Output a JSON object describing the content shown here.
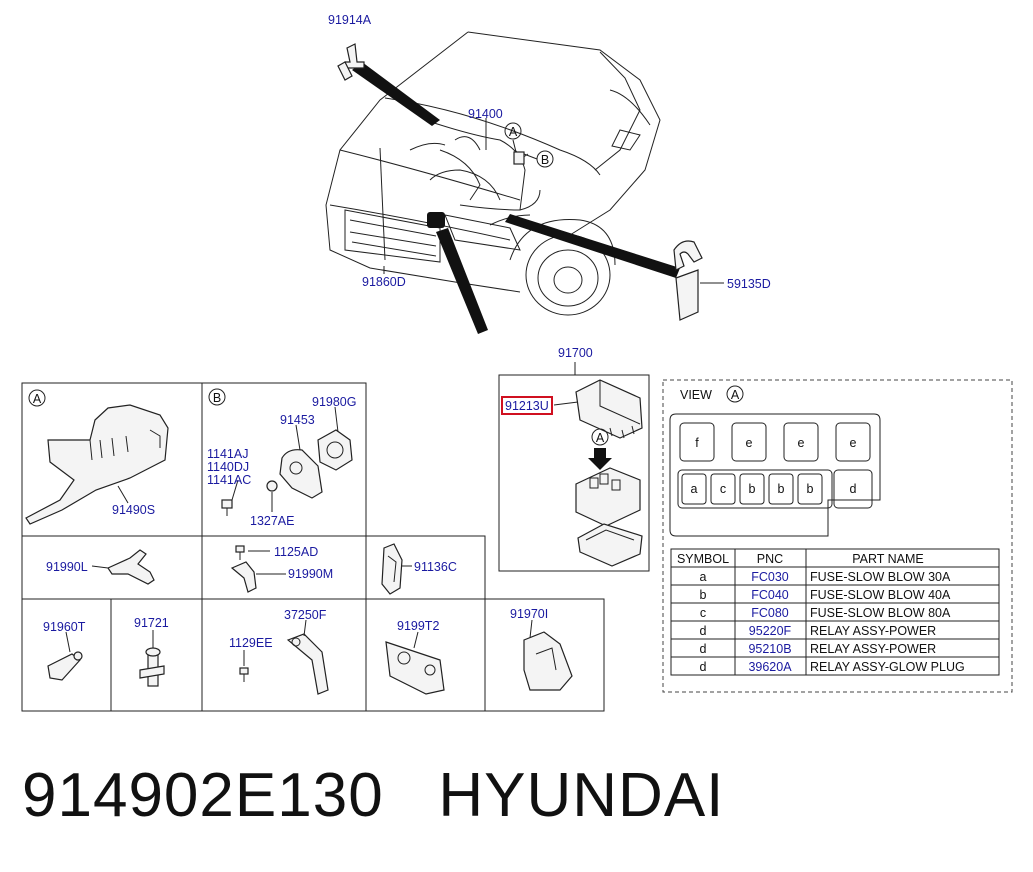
{
  "callouts": {
    "p91914A": "91914A",
    "p91400": "91400",
    "p91860D": "91860D",
    "p59135D": "59135D",
    "p91700": "91700",
    "p91213U": "91213U",
    "p91490S": "91490S",
    "p91980G": "91980G",
    "p91453": "91453",
    "p1141AJ": "1141AJ",
    "p1140DJ": "1140DJ",
    "p1141AC": "1141AC",
    "p1327AE": "1327AE",
    "p91990L": "91990L",
    "p1125AD": "1125AD",
    "p91990M": "91990M",
    "p91136C": "91136C",
    "p91960T": "91960T",
    "p91721": "91721",
    "p37250F": "37250F",
    "p1129EE": "1129EE",
    "p9199T2": "9199T2",
    "p91970I": "91970I"
  },
  "markers": {
    "a": "A",
    "b": "B"
  },
  "view": {
    "title": "VIEW",
    "marker": "A",
    "top_row": [
      "f",
      "e",
      "e",
      "e"
    ],
    "bottom_row": [
      "a",
      "c",
      "b",
      "b",
      "b"
    ],
    "right_slot": "d"
  },
  "parts_table": {
    "headers": [
      "SYMBOL",
      "PNC",
      "PART NAME"
    ],
    "rows": [
      [
        "a",
        "FC030",
        "FUSE-SLOW BLOW 30A"
      ],
      [
        "b",
        "FC040",
        "FUSE-SLOW BLOW 40A"
      ],
      [
        "c",
        "FC080",
        "FUSE-SLOW BLOW 80A"
      ],
      [
        "d",
        "95220F",
        "RELAY ASSY-POWER"
      ],
      [
        "d",
        "95210B",
        "RELAY ASSY-POWER"
      ],
      [
        "d",
        "39620A",
        "RELAY ASSY-GLOW PLUG"
      ]
    ]
  },
  "footer": {
    "part_number": "914902E130",
    "brand": "HYUNDAI"
  },
  "colors": {
    "callout": "#1a1aa0",
    "highlight": "#d01020"
  }
}
